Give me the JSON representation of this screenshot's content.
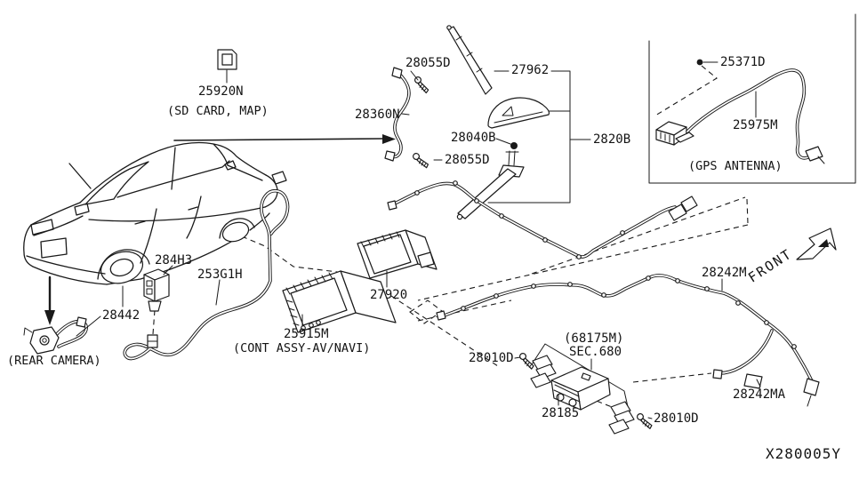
{
  "diagram": {
    "id_code": "X280005Y",
    "front_indicator": "FRONT",
    "line_color": "#1a1a1a",
    "background": "#ffffff"
  },
  "labels": {
    "sd_card": "25920N",
    "sd_card_caption": "(SD CARD, MAP)",
    "screw_antenna_upper": "28055D",
    "antenna_rod": "27962",
    "antenna_bracket_cable": "28360N",
    "grommet": "28040B",
    "screw_antenna_lower": "28055D",
    "antenna_assy": "2820B",
    "gps_screw": "25371D",
    "gps_feeder": "25975M",
    "gps_caption": "(GPS ANTENNA)",
    "steering_switch": "284H3",
    "av_cable": "253G1H",
    "display_unit": "27920",
    "nav_unit": "25915M",
    "nav_caption": "(CONT ASSY-AV/NAVI)",
    "rear_camera": "28442",
    "rear_camera_caption": "(REAR CAMERA)",
    "roof_harness": "28242M",
    "sec_ref": "(68175M)",
    "sec_code": "SEC.680",
    "bracket_screw_left": "28010D",
    "audio_deck": "28185",
    "bracket_screw_right": "28010D",
    "body_harness": "28242MA"
  }
}
